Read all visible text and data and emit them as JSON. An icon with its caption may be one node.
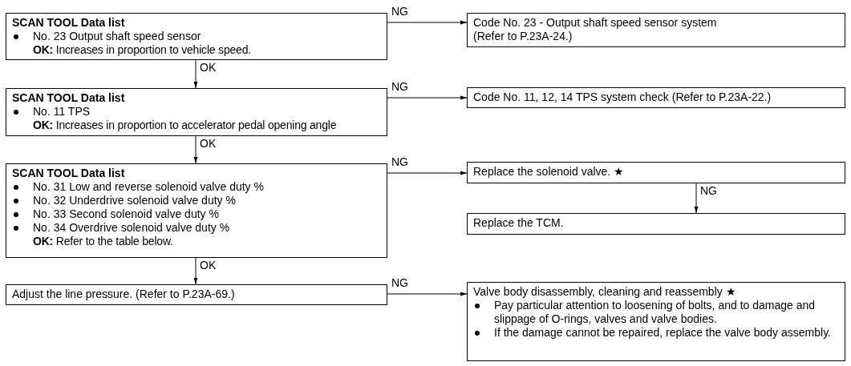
{
  "diagram": {
    "nodes": [
      {
        "text": [
          "SCAN TOOL Data list",
          "No. 23 Output shaft speed sensor",
          "**OK:** Increases in proportion to vehicle speed."
        ]
      },
      {
        "text": [
          "Code No. 23 - Output shaft speed sensor system",
          "(Refer to P.23A-24.)"
        ]
      },
      {
        "text": [
          "SCAN TOOL Data list",
          "No. 11 TPS",
          "**OK:** Increases in proportion to accelerator pedal opening angle"
        ]
      },
      {
        "text": [
          "Code No. 11, 12, 14 TPS system check (Refer to P.23A-22.)"
        ]
      },
      {
        "text": [
          "SCAN TOOL Data list",
          "No. 31 Low and reverse solenoid valve duty %",
          "No. 32 Underdrive solenoid valve duty %",
          "No. 33 Second solenoid valve duty %",
          "No. 34 Overdrive solenoid valve duty %",
          "**OK:** Refer to the table below."
        ]
      },
      {
        "text": [
          "Replace the solenoid valve. ★"
        ]
      },
      {
        "text": [
          "Replace the TCM."
        ]
      },
      {
        "text": [
          "Adjust the line pressure. (Refer to P.23A-69.)"
        ]
      },
      {
        "text": [
          "Valve body disassembly, cleaning and reassembly ★",
          "Pay particular attention to loosening of bolts, and to damage and slippage of O-rings, valves and valve bodies.",
          "If the damage cannot be repaired, replace the valve body assembly."
        ]
      }
    ],
    "edges": [
      {
        "from": 0,
        "to": 1,
        "arrow": "to",
        "label": "NG"
      },
      {
        "from": 0,
        "to": 2,
        "arrow": "to",
        "label": "OK"
      },
      {
        "from": 2,
        "to": 3,
        "arrow": "to",
        "label": "NG"
      },
      {
        "from": 2,
        "to": 4,
        "arrow": "to",
        "label": "OK"
      },
      {
        "from": 4,
        "to": 5,
        "arrow": "to",
        "label": "NG"
      },
      {
        "from": 5,
        "to": 6,
        "arrow": "to",
        "label": "NG"
      },
      {
        "from": 4,
        "to": 7,
        "arrow": "to",
        "label": "OK"
      },
      {
        "from": 7,
        "to": 8,
        "arrow": "to",
        "label": "NG"
      }
    ]
  }
}
